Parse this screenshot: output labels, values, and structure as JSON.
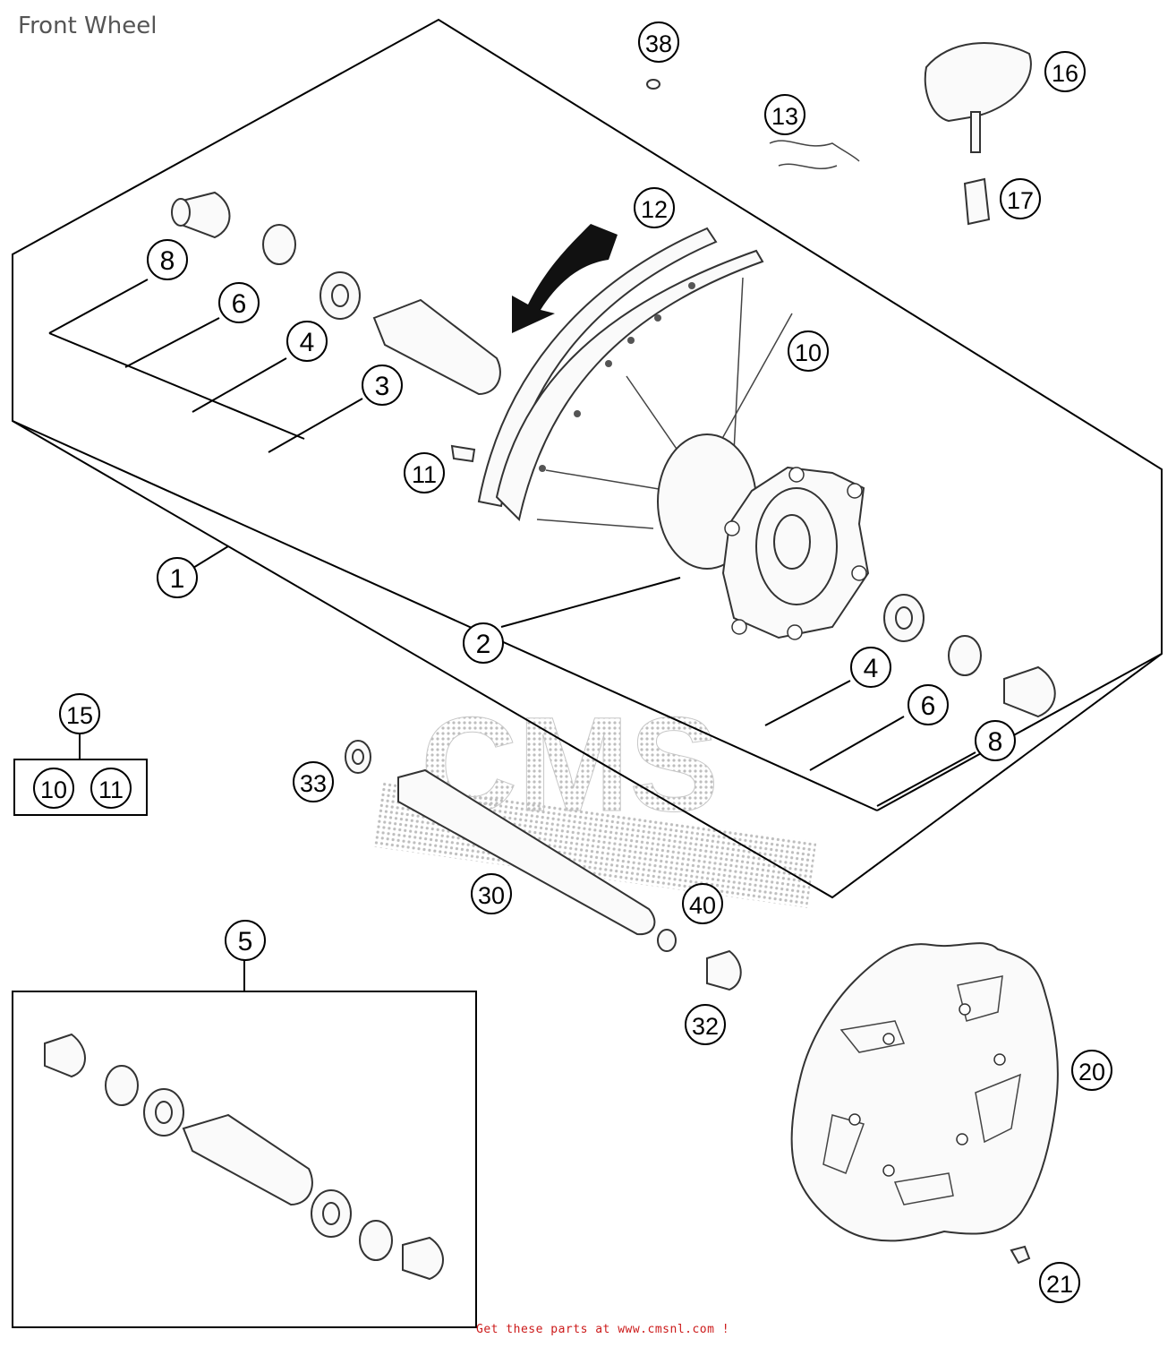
{
  "title": "Front Wheel",
  "footer": "Get these parts at www.cmsnl.com !",
  "watermark": "CMS",
  "callouts": [
    {
      "id": "c1",
      "label": "1"
    },
    {
      "id": "c2",
      "label": "2"
    },
    {
      "id": "c3",
      "label": "3"
    },
    {
      "id": "c4a",
      "label": "4"
    },
    {
      "id": "c4b",
      "label": "4"
    },
    {
      "id": "c5",
      "label": "5"
    },
    {
      "id": "c6a",
      "label": "6"
    },
    {
      "id": "c6b",
      "label": "6"
    },
    {
      "id": "c8a",
      "label": "8"
    },
    {
      "id": "c8b",
      "label": "8"
    },
    {
      "id": "c10",
      "label": "10"
    },
    {
      "id": "c10b",
      "label": "10"
    },
    {
      "id": "c11",
      "label": "11"
    },
    {
      "id": "c11b",
      "label": "11"
    },
    {
      "id": "c12",
      "label": "12"
    },
    {
      "id": "c13",
      "label": "13"
    },
    {
      "id": "c15",
      "label": "15"
    },
    {
      "id": "c16",
      "label": "16"
    },
    {
      "id": "c17",
      "label": "17"
    },
    {
      "id": "c20",
      "label": "20"
    },
    {
      "id": "c21",
      "label": "21"
    },
    {
      "id": "c30",
      "label": "30"
    },
    {
      "id": "c32",
      "label": "32"
    },
    {
      "id": "c33",
      "label": "33"
    },
    {
      "id": "c38",
      "label": "38"
    },
    {
      "id": "c40",
      "label": "40"
    }
  ],
  "colors": {
    "footer_text": "#cc1a1a",
    "watermark": "#9a9a9a",
    "line": "#000000"
  }
}
